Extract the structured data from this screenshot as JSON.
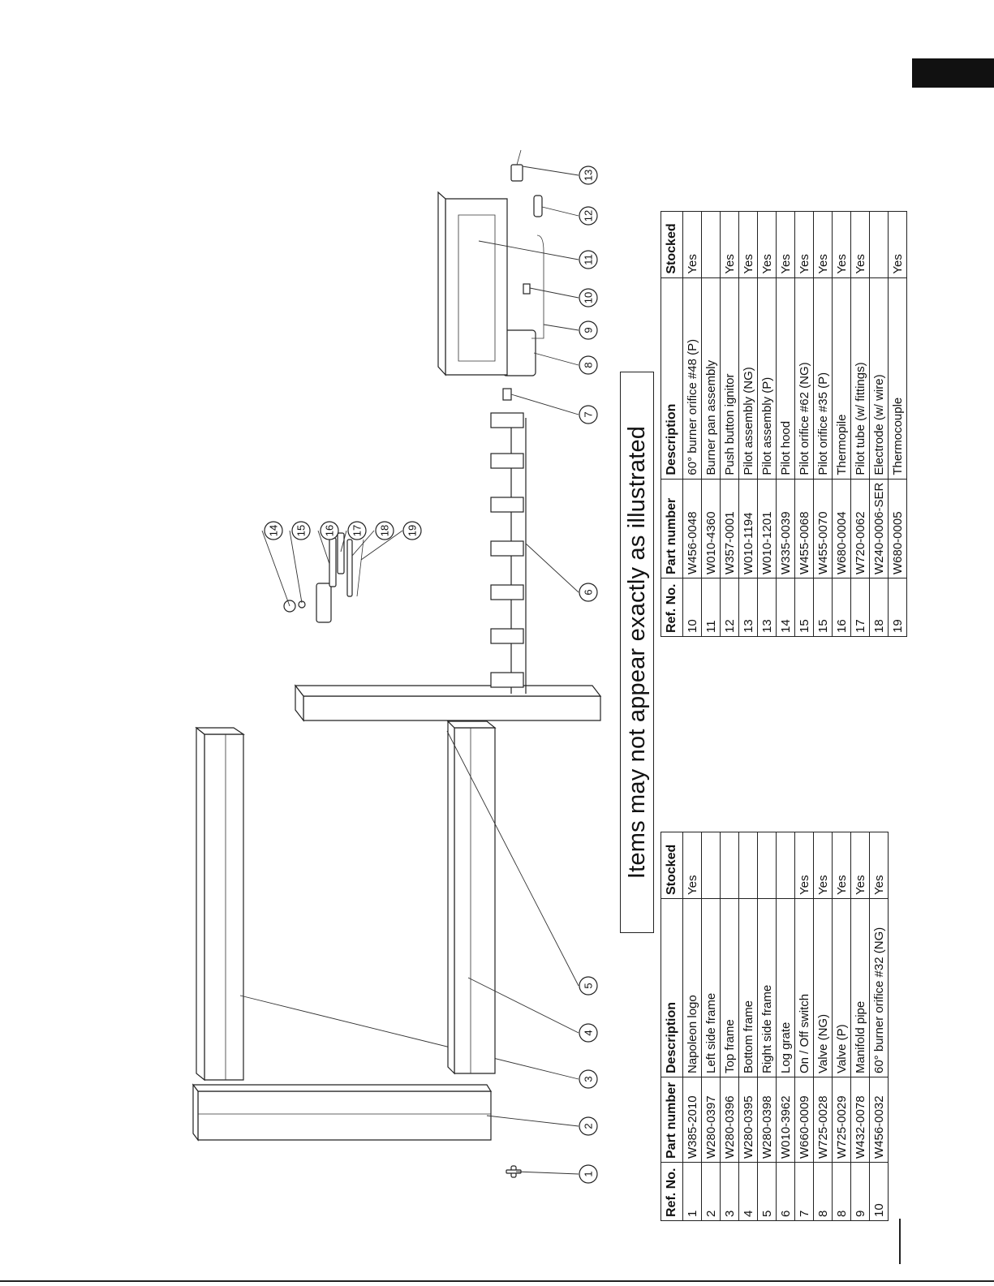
{
  "banner": {
    "text": "Items may not appear exactly as illustrated"
  },
  "callouts": [
    "1",
    "2",
    "3",
    "4",
    "5",
    "6",
    "7",
    "8",
    "9",
    "10",
    "11",
    "12",
    "13",
    "14",
    "15",
    "16",
    "17",
    "18",
    "19"
  ],
  "table_headers": {
    "ref": "Ref. No.",
    "part": "Part number",
    "desc": "Description",
    "stocked": "Stocked"
  },
  "table_left": [
    {
      "ref": "1",
      "part": "W385-2010",
      "desc": "Napoleon logo",
      "stocked": "Yes"
    },
    {
      "ref": "2",
      "part": "W280-0397",
      "desc": "Left side frame",
      "stocked": ""
    },
    {
      "ref": "3",
      "part": "W280-0396",
      "desc": "Top frame",
      "stocked": ""
    },
    {
      "ref": "4",
      "part": "W280-0395",
      "desc": "Bottom frame",
      "stocked": ""
    },
    {
      "ref": "5",
      "part": "W280-0398",
      "desc": "Right side frame",
      "stocked": ""
    },
    {
      "ref": "6",
      "part": "W010-3962",
      "desc": "Log grate",
      "stocked": ""
    },
    {
      "ref": "7",
      "part": "W660-0009",
      "desc": "On / Off switch",
      "stocked": "Yes"
    },
    {
      "ref": "8",
      "part": "W725-0028",
      "desc": "Valve (NG)",
      "stocked": "Yes"
    },
    {
      "ref": "8",
      "part": "W725-0029",
      "desc": "Valve (P)",
      "stocked": "Yes"
    },
    {
      "ref": "9",
      "part": "W432-0078",
      "desc": "Manifold pipe",
      "stocked": "Yes"
    },
    {
      "ref": "10",
      "part": "W456-0032",
      "desc": "60° burner orifice #32 (NG)",
      "stocked": "Yes"
    }
  ],
  "table_right": [
    {
      "ref": "10",
      "part": "W456-0048",
      "desc": "60° burner orifice #48 (P)",
      "stocked": "Yes"
    },
    {
      "ref": "11",
      "part": "W010-4360",
      "desc": "Burner pan assembly",
      "stocked": ""
    },
    {
      "ref": "12",
      "part": "W357-0001",
      "desc": "Push button ignitor",
      "stocked": "Yes"
    },
    {
      "ref": "13",
      "part": "W010-1194",
      "desc": "Pilot assembly (NG)",
      "stocked": "Yes"
    },
    {
      "ref": "13",
      "part": "W010-1201",
      "desc": "Pilot assembly (P)",
      "stocked": "Yes"
    },
    {
      "ref": "14",
      "part": "W335-0039",
      "desc": "Pilot hood",
      "stocked": "Yes"
    },
    {
      "ref": "15",
      "part": "W455-0068",
      "desc": "Pilot orifice #62 (NG)",
      "stocked": "Yes"
    },
    {
      "ref": "15",
      "part": "W455-0070",
      "desc": "Pilot orifice #35 (P)",
      "stocked": "Yes"
    },
    {
      "ref": "16",
      "part": "W680-0004",
      "desc": "Thermopile",
      "stocked": "Yes"
    },
    {
      "ref": "17",
      "part": "W720-0062",
      "desc": "Pilot tube (w/ fittings)",
      "stocked": "Yes"
    },
    {
      "ref": "18",
      "part": "W240-0006-SER",
      "desc": "Electrode (w/ wire)",
      "stocked": ""
    },
    {
      "ref": "19",
      "part": "W680-0005",
      "desc": "Thermocouple",
      "stocked": "Yes"
    }
  ]
}
